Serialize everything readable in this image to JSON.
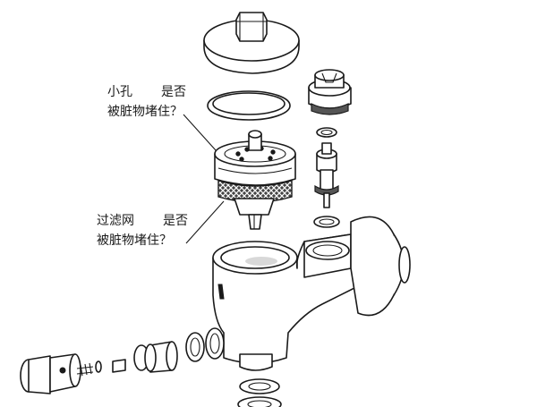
{
  "callouts": [
    {
      "line1_a": "小孔",
      "line1_b": "是否",
      "line2": "被脏物堵住？"
    },
    {
      "line1_a": "过滤网",
      "line1_b": "是否",
      "line2": "被脏物堵住？"
    }
  ]
}
